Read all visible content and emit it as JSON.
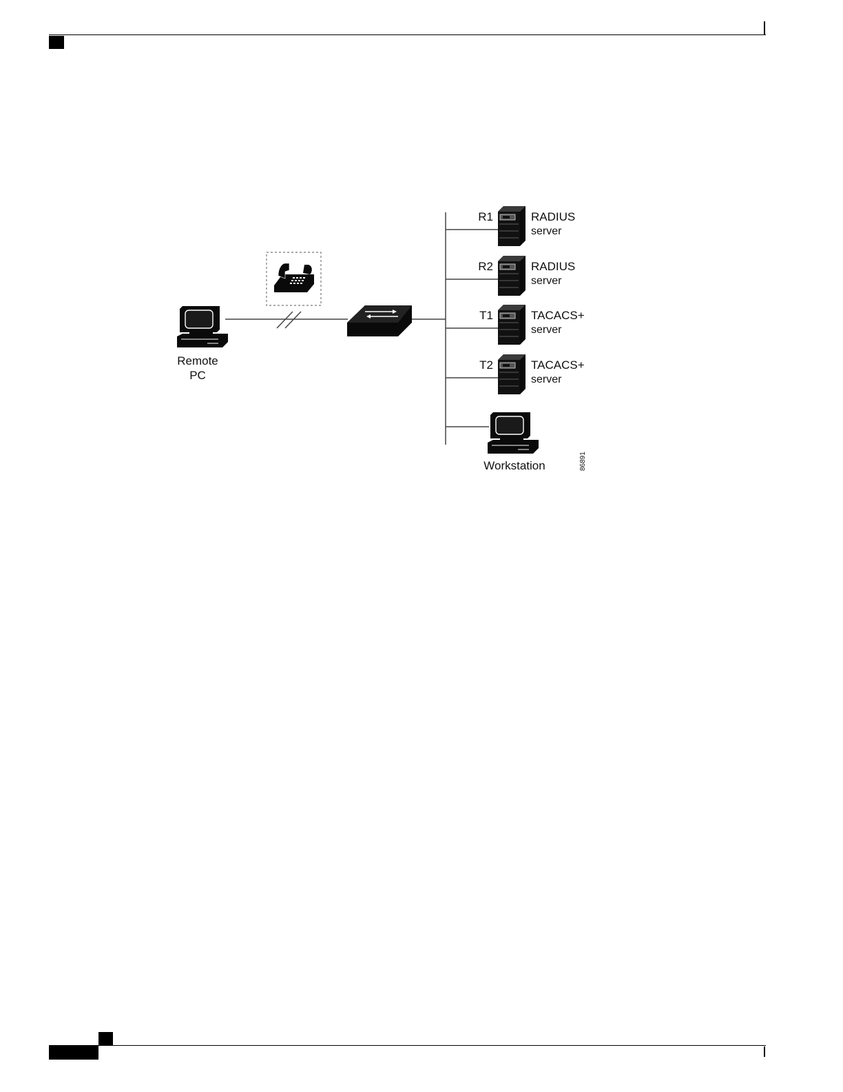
{
  "diagram": {
    "remote_pc": {
      "line1": "Remote",
      "line2": "PC"
    },
    "servers": [
      {
        "id": "R1",
        "type": "RADIUS",
        "role": "server"
      },
      {
        "id": "R2",
        "type": "RADIUS",
        "role": "server"
      },
      {
        "id": "T1",
        "type": "TACACS+",
        "role": "server"
      },
      {
        "id": "T2",
        "type": "TACACS+",
        "role": "server"
      }
    ],
    "workstation": "Workstation",
    "figure_number": "86891"
  }
}
